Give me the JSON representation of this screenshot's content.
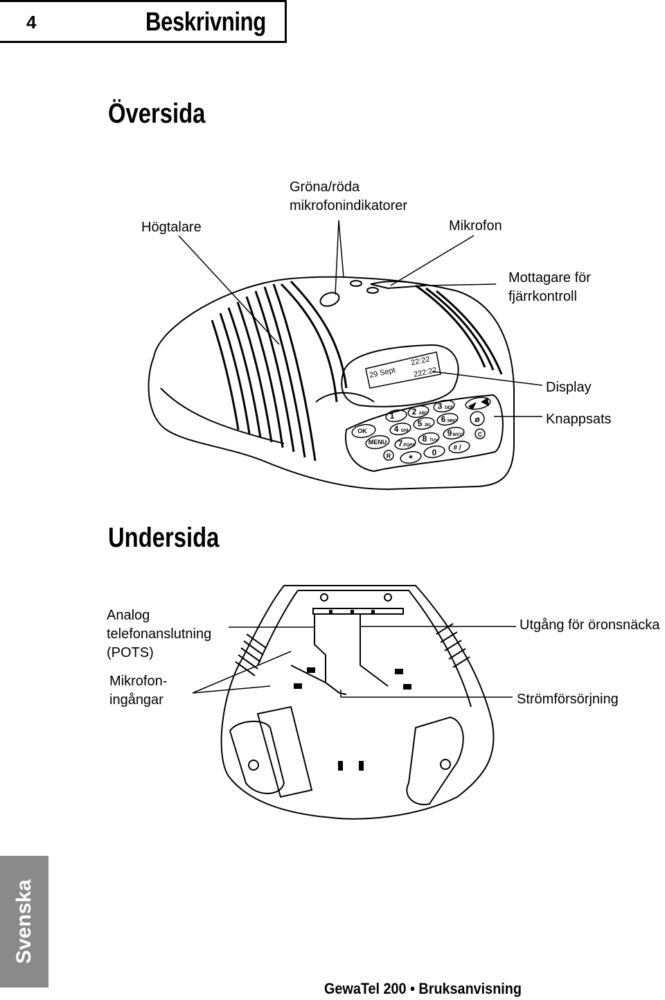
{
  "header": {
    "page_number": "4",
    "chapter_title": "Beskrivning"
  },
  "top_section": {
    "title": "Översida",
    "labels": {
      "speaker": "Högtalare",
      "mic_indicators_line1": "Gröna/röda",
      "mic_indicators_line2": "mikrofonindikatorer",
      "microphone": "Mikrofon",
      "remote_receiver_line1": "Mottagare för",
      "remote_receiver_line2": "fjärrkontroll",
      "display": "Display",
      "keypad": "Knappsats"
    },
    "lcd": {
      "date": "29 Sept",
      "time": "22:22",
      "number": "222:22"
    },
    "keys": {
      "ok": "OK",
      "menu": "MENU",
      "r": "R",
      "k1": "1",
      "k2": "2",
      "k2s": "ABC",
      "k3": "3",
      "k3s": "DEF",
      "k4": "4",
      "k4s": "GHI",
      "k5": "5",
      "k5s": "JKL",
      "k6": "6",
      "k6s": "MNO",
      "k7": "7",
      "k7s": "PQRS",
      "k8": "8",
      "k8s": "TUV",
      "k9": "9",
      "k9s": "WXYZ",
      "star": "*",
      "k0": "0",
      "hash": "# /",
      "c": "C",
      "mute": "ø"
    }
  },
  "bottom_section": {
    "title": "Undersida",
    "labels": {
      "pots_line1": "Analog",
      "pots_line2": "telefonanslutning",
      "pots_line3": "(POTS)",
      "mic_inputs_line1": "Mikrofon-",
      "mic_inputs_line2": "ingångar",
      "headset": "Utgång för öronsnäcka",
      "power": "Strömförsörjning"
    }
  },
  "sidebar": {
    "language": "Svenska"
  },
  "footer": {
    "text": "GewaTel 200 • Bruksanvisning"
  },
  "colors": {
    "sidebar": "#8a8a8a",
    "ink": "#000000"
  }
}
